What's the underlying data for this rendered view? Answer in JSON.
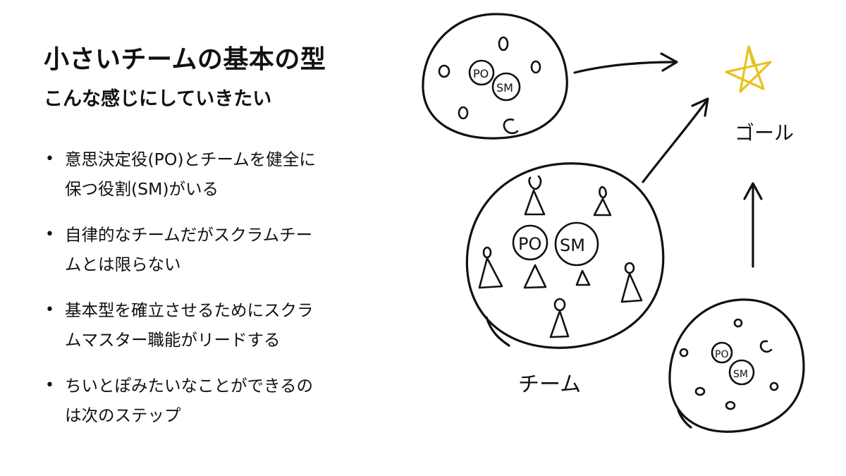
{
  "slide": {
    "title": "小さいチームの基本の型",
    "subtitle": "こんな感じにしていきたい",
    "bullet_marker": "•",
    "bullets": [
      {
        "line1": "意思決定役(PO)とチームを健全に",
        "line2": "保つ役割(SM)がいる"
      },
      {
        "line1": "自律的なチームだがスクラムチー",
        "line2": "ムとは限らない"
      },
      {
        "line1": "基本型を確立させるためにスクラ",
        "line2": "ムマスター職能がリードする"
      },
      {
        "line1": "ちいとぽみたいなことができるの",
        "line2": "は次のステップ"
      }
    ]
  },
  "sketch": {
    "goal_label": "ゴール",
    "team_label": "チーム",
    "po_label": "PO",
    "sm_label": "SM",
    "star_color": "#e8c21c",
    "ink_color": "#111111"
  }
}
